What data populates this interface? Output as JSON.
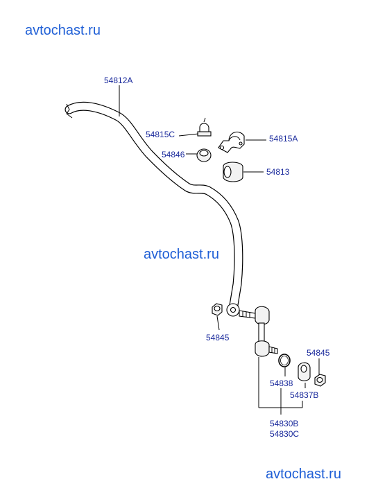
{
  "watermarks": {
    "top_left": "avtochast.ru",
    "center": "avtochast.ru",
    "bottom_right": "avtochast.ru"
  },
  "parts": {
    "stabilizer_bar": "54812A",
    "clamp": "54815C",
    "bushing_small": "54846",
    "bracket": "54815A",
    "bushing": "54813",
    "nut_upper": "54845",
    "nut_lower": "54845",
    "ring": "54838",
    "cap": "54837B",
    "link_b": "54830B",
    "link_c": "54830C"
  }
}
